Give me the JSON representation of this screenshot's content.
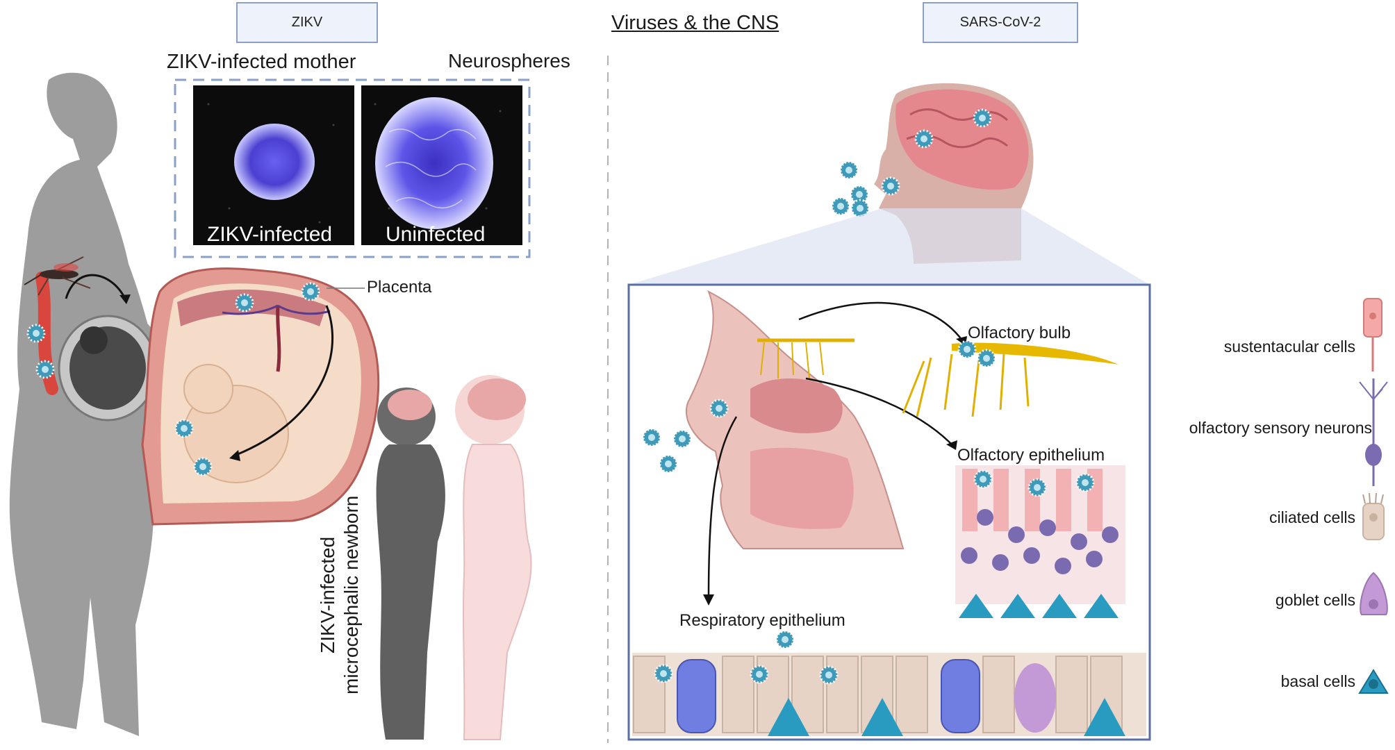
{
  "header": {
    "zikv_tag": "ZIKV",
    "title": "Viruses & the CNS",
    "sars_tag": "SARS-CoV-2"
  },
  "zikv_panel": {
    "mother_label": "ZIKV-infected mother",
    "neurospheres_label": "Neurospheres",
    "infected_label": "ZIKV-infected",
    "uninfected_label": "Uninfected",
    "placenta_label": "Placenta",
    "newborn_label_line1": "ZIKV-infected",
    "newborn_label_line2": "microcephalic newborn"
  },
  "sars_panel": {
    "olfactory_bulb": "Olfactory bulb",
    "olfactory_epithelium": "Olfactory epithelium",
    "respiratory_epithelium": "Respiratory epithelium"
  },
  "legend": {
    "items": [
      {
        "label": "sustentacular cells",
        "icon": "sustentacular-cell-icon",
        "color": "#f4a9a8"
      },
      {
        "label": "olfactory sensory neurons",
        "icon": "olfactory-neuron-icon",
        "color": "#7b6bb0"
      },
      {
        "label": "ciliated cells",
        "icon": "ciliated-cell-icon",
        "color": "#e6d3c6"
      },
      {
        "label": "goblet cells",
        "icon": "goblet-cell-icon",
        "color": "#c39ad6"
      },
      {
        "label": "basal cells",
        "icon": "basal-cell-icon",
        "color": "#2a9bc0"
      }
    ]
  },
  "colors": {
    "silhouette": "#9a9a9a",
    "tag_border": "#8aa0c8",
    "virus": "#4fa7c0",
    "tissue_pink": "#e9a3a0"
  }
}
